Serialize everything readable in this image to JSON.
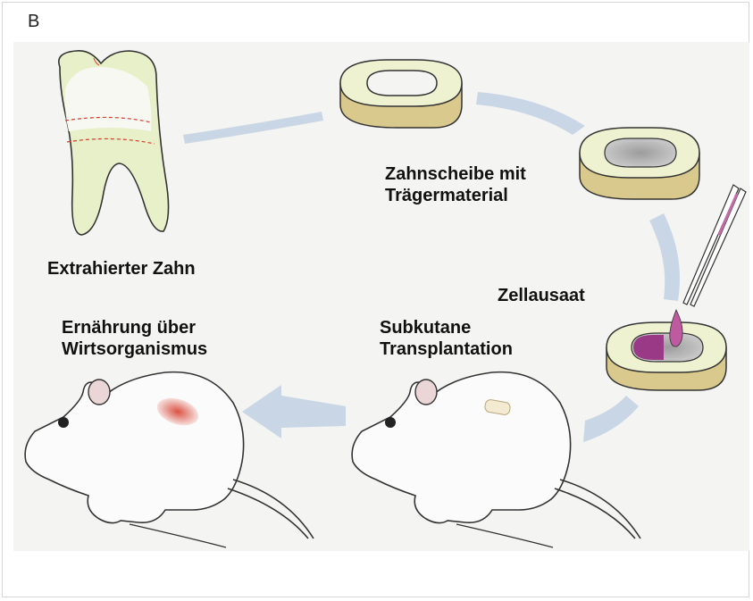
{
  "panel_letter": "B",
  "labels": {
    "extracted_tooth": "Extrahierter Zahn",
    "tooth_disc_line1": "Zahnscheibe mit",
    "tooth_disc_line2": "Trägermaterial",
    "cell_seeding": "Zellausaat",
    "subcutaneous_line1": "Subkutane",
    "subcutaneous_line2": "Transplantation",
    "nutrition_line1": "Ernährung über",
    "nutrition_line2": "Wirtsorganismus"
  },
  "colors": {
    "tooth_fill": "#e7f0c8",
    "disc_side": "#d9c98c",
    "disc_top": "#eef2d0",
    "scaffold": "#b9b9b9",
    "cells": "#9a3a86",
    "arrow": "#c9d6e6",
    "tissue": "#d94a3a",
    "mouse_fill": "#fbfbfb"
  }
}
